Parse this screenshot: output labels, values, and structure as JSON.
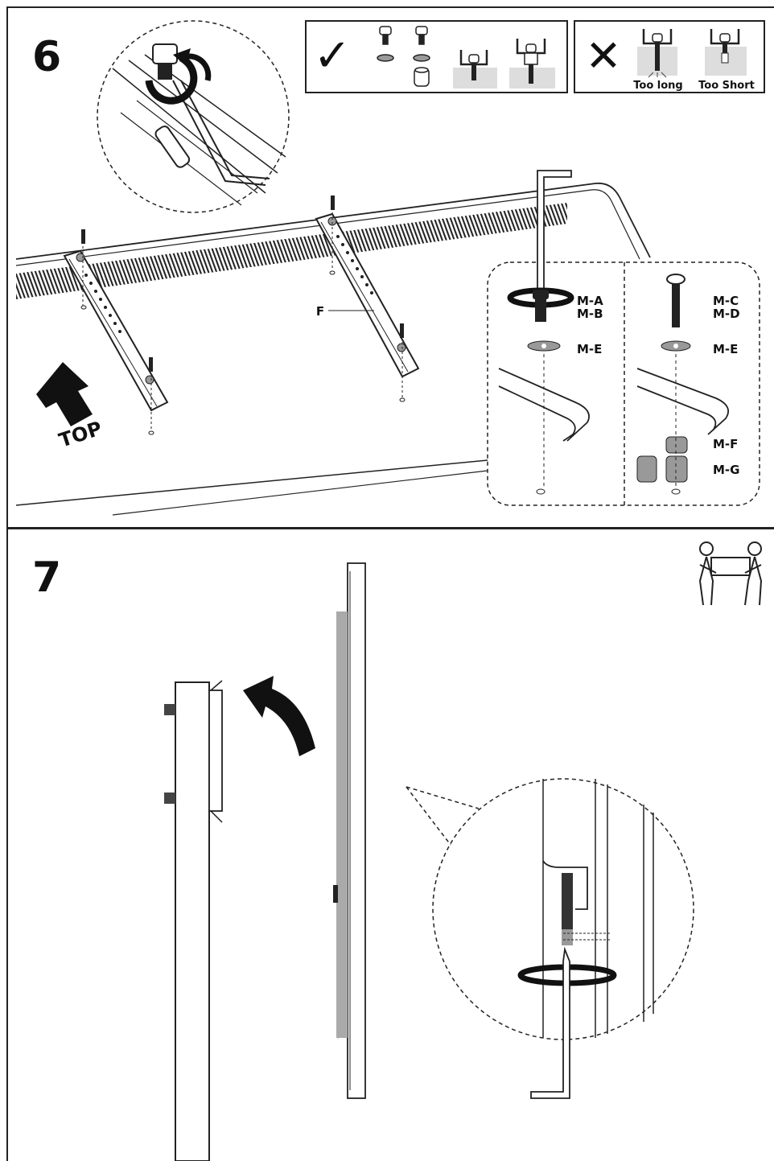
{
  "step6": {
    "number": "6",
    "correct_panel": {
      "check_symbol": "✓"
    },
    "incorrect_panel": {
      "cross_symbol": "✕",
      "too_long_label": "Too long",
      "too_short_label": "Too Short"
    },
    "bracket_label": "F",
    "top_label": "TOP",
    "hardware_left": {
      "screw_labels": [
        "M-A",
        "M-B"
      ],
      "washer_label": "M-E"
    },
    "hardware_right": {
      "screw_labels": [
        "M-C",
        "M-D"
      ],
      "washer_label": "M-E",
      "spacer_small_label": "M-F",
      "spacer_large_label": "M-G"
    }
  },
  "step7": {
    "number": "7",
    "two_person_icon": "two-person-lift-icon"
  }
}
